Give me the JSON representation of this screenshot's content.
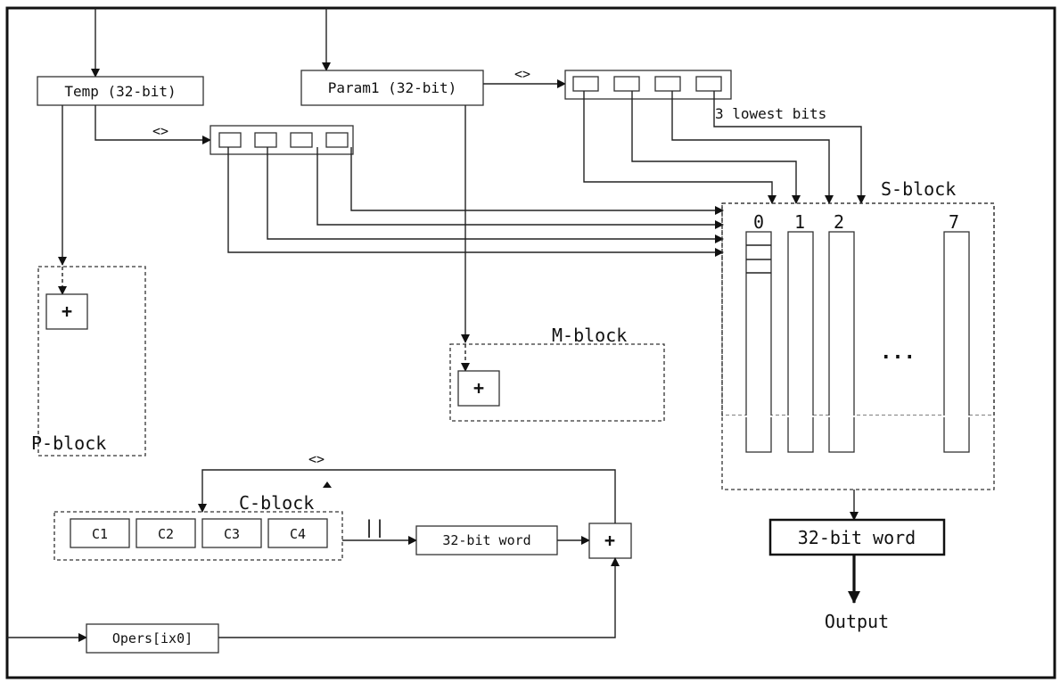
{
  "diagram": {
    "registers": {
      "temp": "Temp (32-bit)",
      "param1": "Param1 (32-bit)"
    },
    "rotate_label": "<>",
    "param_split_note": "3 lowest bits",
    "blocks": {
      "p_block": "P-block",
      "m_block": "M-block",
      "s_block": "S-block",
      "c_block": "C-block"
    },
    "adder_symbol": "+",
    "s_block_columns": [
      "0",
      "1",
      "2",
      "7"
    ],
    "s_block_ellipsis": "...",
    "c_block_cells": [
      "C1",
      "C2",
      "C3",
      "C4"
    ],
    "concat_label": "||",
    "word_box": "32-bit word",
    "output_word": "32-bit word",
    "output_label": "Output",
    "opers": "Opers[ix0]",
    "loop_label": "<>"
  }
}
